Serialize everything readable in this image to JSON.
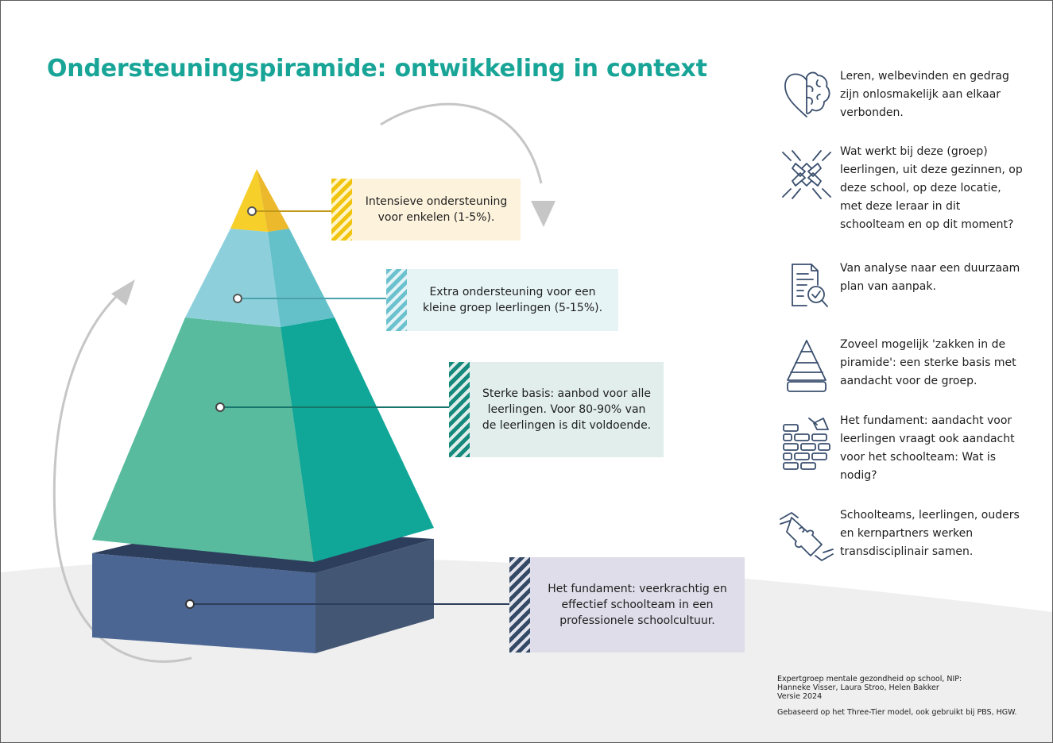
{
  "title": "Ondersteuningspiramide: ontwikkeling in context",
  "colors": {
    "title": "#18a597",
    "top_tier": "#f6cf2a",
    "middle_tier": "#8dd0dc",
    "base_tier": "#58bb9d",
    "foundation": "#4c6694",
    "cycle_arrow": "#c6c6c6",
    "icon_stroke": "#3a4f6e"
  },
  "callouts": {
    "top": "Intensieve ondersteuning voor enkelen (1-5%).",
    "middle": "Extra ondersteuning voor een kleine groep leerlingen (5-15%).",
    "base": "Sterke basis: aanbod voor alle leerlingen. Voor 80-90% van de leerlingen is dit voldoende.",
    "foundation": "Het fundament: veerkrachtig en effectief schoolteam in een professionele schoolcultuur."
  },
  "sidebar": {
    "items": [
      {
        "icon": "heart-brain-icon",
        "text": "Leren, welbevinden en gedrag zijn onlosmakelijk aan elkaar verbonden."
      },
      {
        "icon": "joined-hands-icon",
        "text": "Wat werkt bij deze (groep) leerlingen, uit deze gezinnen, op deze school, op deze locatie, met deze leraar in dit schoolteam en op dit moment?"
      },
      {
        "icon": "document-magnifier-icon",
        "text": "Van analyse naar een duurzaam plan van aanpak."
      },
      {
        "icon": "pyramid-icon",
        "text": "Zoveel mogelijk 'zakken in de piramide': een sterke basis met aandacht voor de groep."
      },
      {
        "icon": "brick-wall-trowel-icon",
        "text": "Het fundament: aandacht voor leerlingen vraagt ook aandacht voor het schoolteam: Wat is nodig?"
      },
      {
        "icon": "puzzle-hands-icon",
        "text": "Schoolteams, leerlingen, ouders en kernpartners werken transdisciplinair samen."
      }
    ]
  },
  "credits": {
    "line1": "Expertgroep mentale gezondheid op school, NIP:",
    "line2": "Hanneke Visser, Laura Stroo, Helen Bakker",
    "line3": "Versie 2024",
    "line4": "Gebaseerd op het Three-Tier model, ook gebruikt bij PBS, HGW."
  }
}
